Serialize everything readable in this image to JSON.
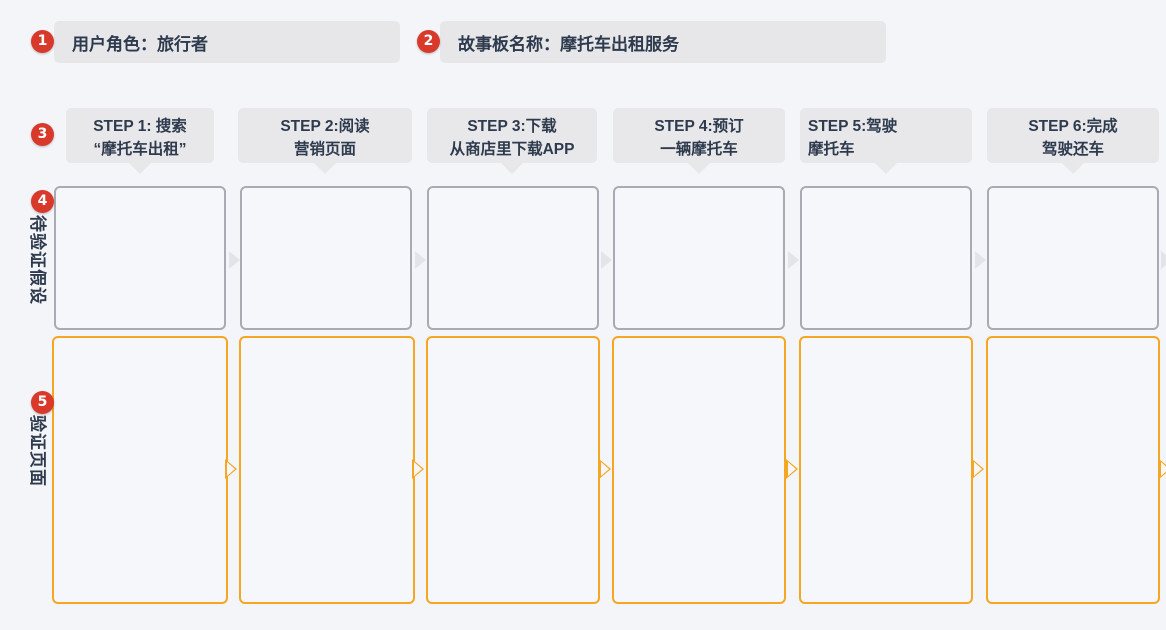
{
  "header": {
    "items": [
      {
        "badge": "1",
        "label": "用户角色：旅行者"
      },
      {
        "badge": "2",
        "label": "故事板名称：摩托车出租服务"
      }
    ]
  },
  "steps_row": {
    "badge": "3",
    "steps": [
      {
        "label": "STEP 1: 搜索\n“摩托车出租”",
        "align": "center"
      },
      {
        "label": "STEP 2:阅读\n营销页面",
        "align": "center"
      },
      {
        "label": "STEP 3:下载\n从商店里下载APP",
        "align": "center"
      },
      {
        "label": "STEP 4:预订\n一辆摩托车",
        "align": "center"
      },
      {
        "label": "STEP 5:驾驶\n摩托车",
        "align": "left"
      },
      {
        "label": "STEP 6:完成\n驾驶还车",
        "align": "center"
      }
    ]
  },
  "rows": [
    {
      "badge": "4",
      "label": "待验证假设",
      "cells": [
        "",
        "",
        "",
        "",
        "",
        ""
      ]
    },
    {
      "badge": "5",
      "label": "验证页面",
      "cells": [
        "",
        "",
        "",
        "",
        "",
        ""
      ]
    }
  ],
  "colors": {
    "background": "#f4f5f9",
    "badge": "#d8392b",
    "header_pill": "#e7e7e9",
    "step_header": "#e8e8ea",
    "hypothesis_border": "#a8abb3",
    "validation_border": "#f5a623",
    "text": "#2e3a4d"
  }
}
